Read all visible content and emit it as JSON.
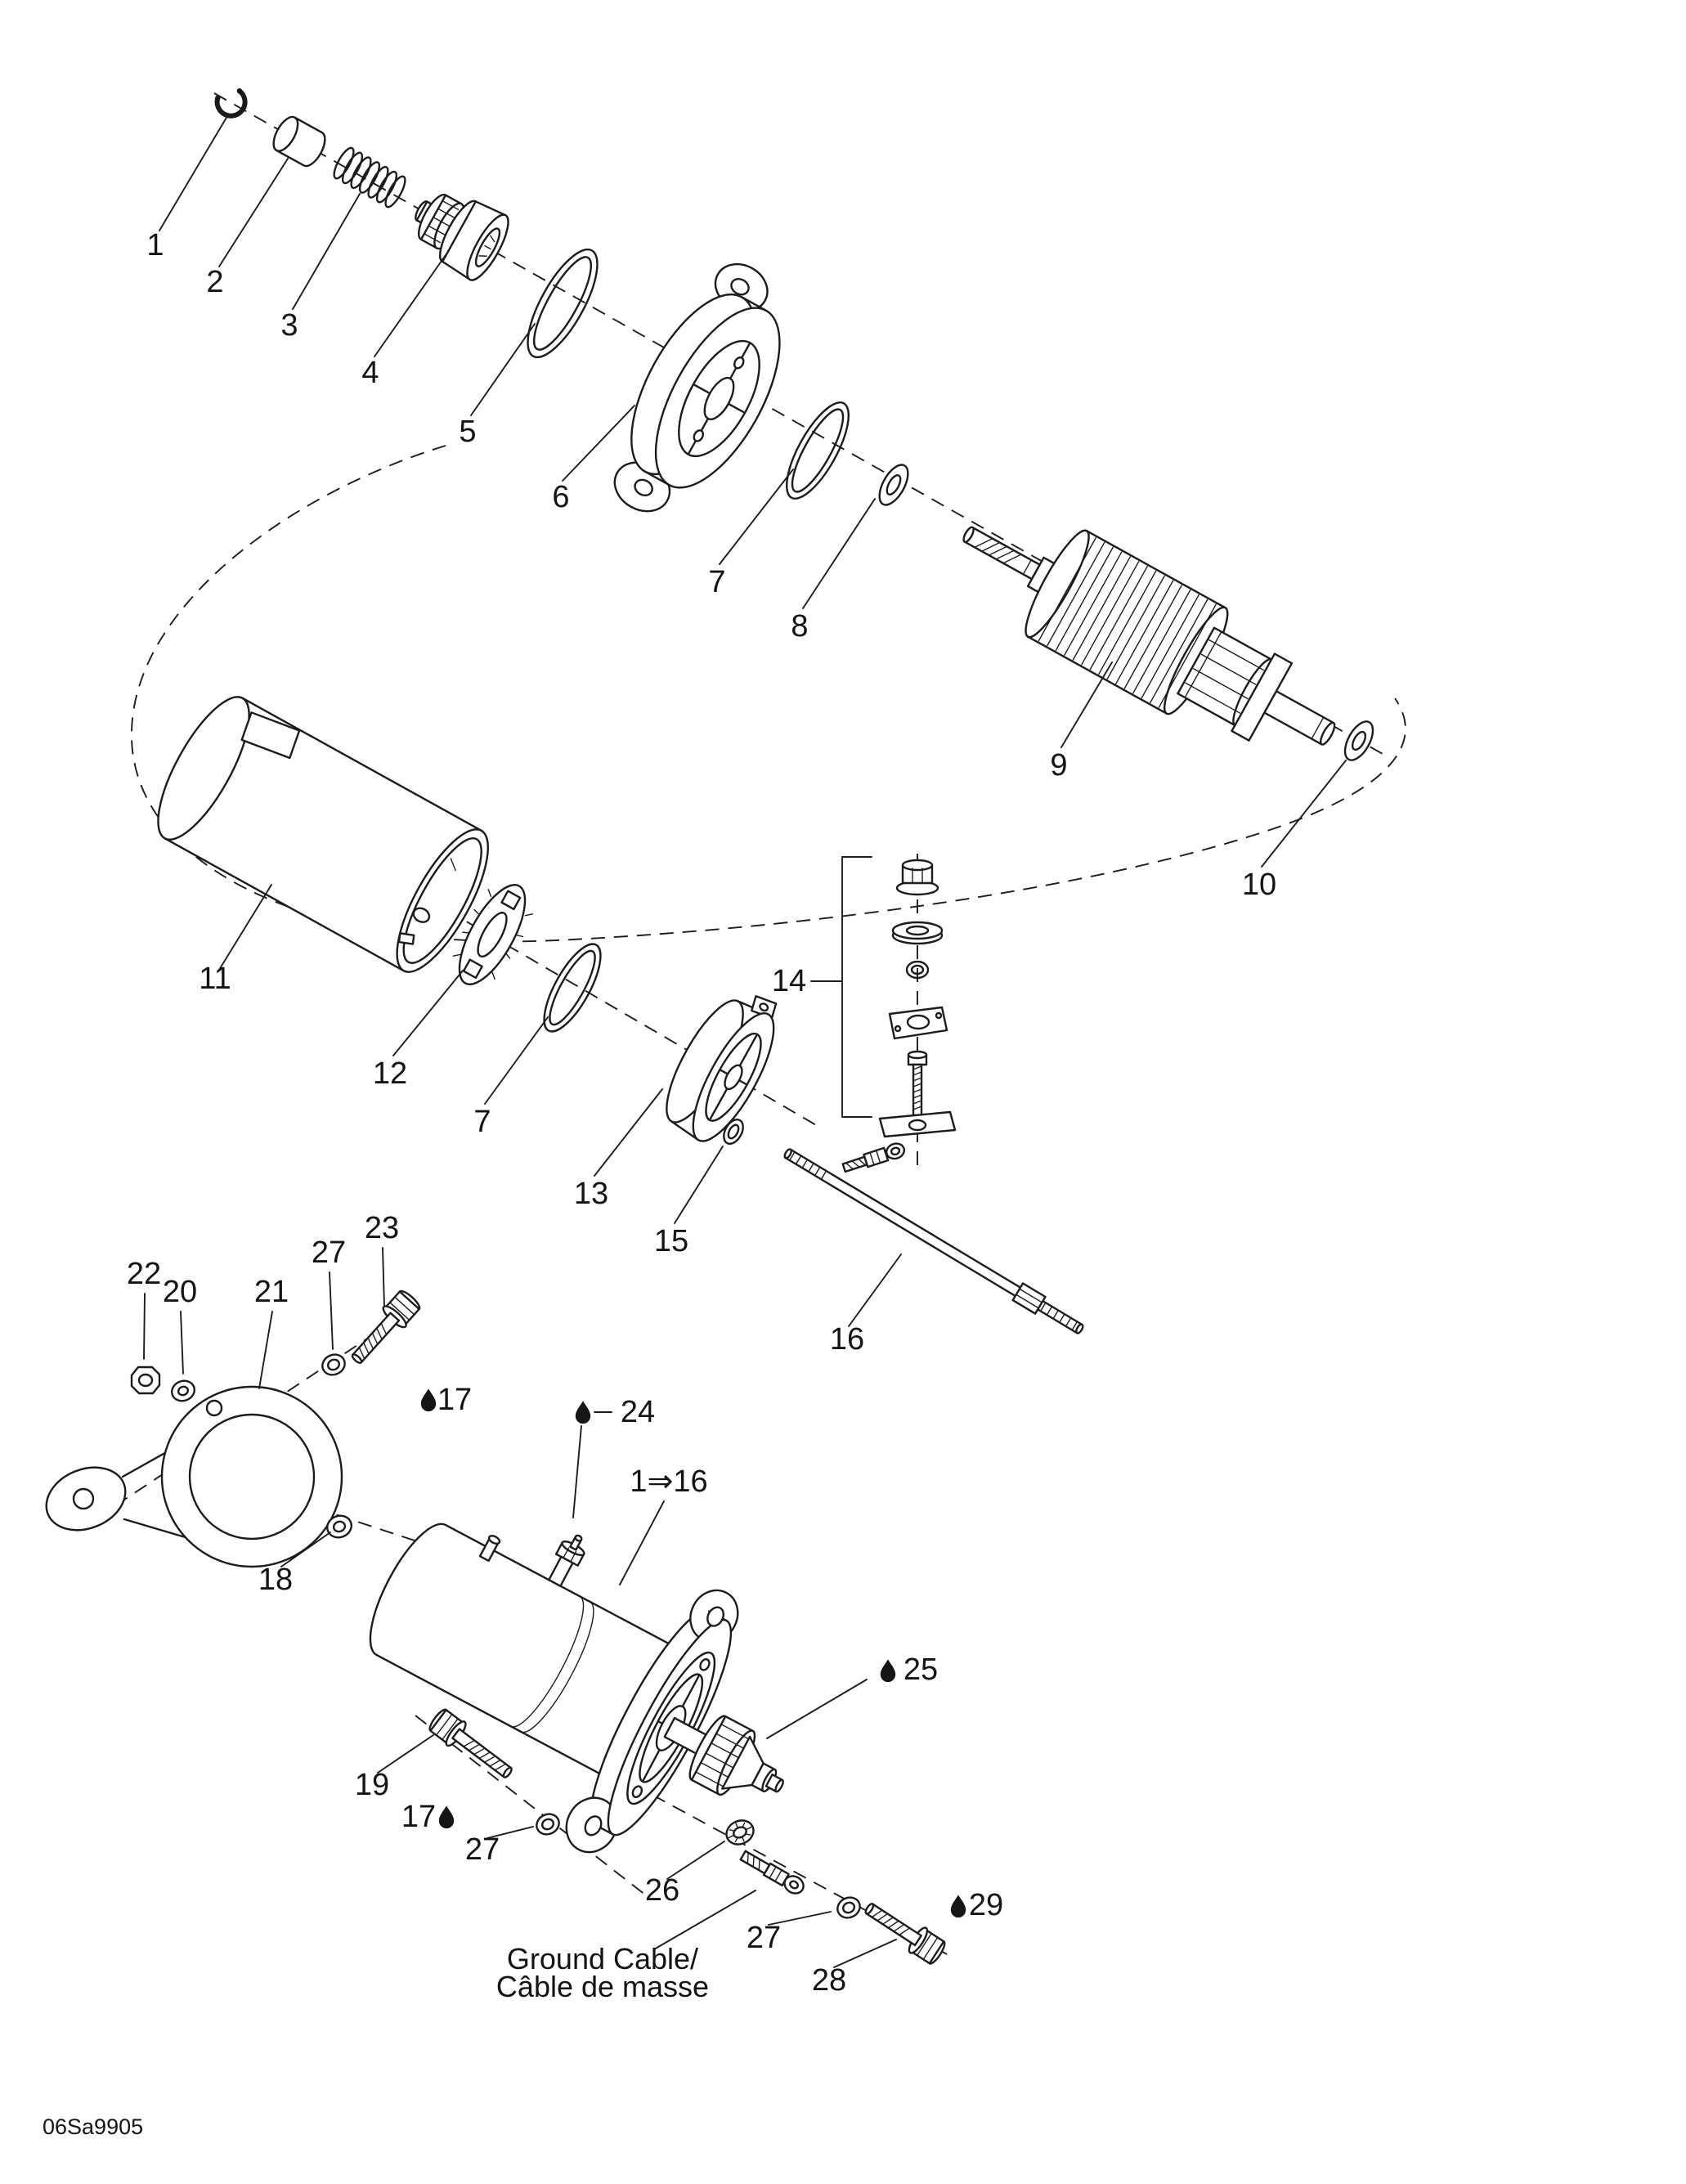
{
  "diagram": {
    "part_code": "06Sa9905",
    "annotations": {
      "ground_cable_line1": "Ground Cable/",
      "ground_cable_line2": "Câble de masse",
      "assembly_range": "1⇒16"
    },
    "callouts": {
      "n1": "1",
      "n2": "2",
      "n3": "3",
      "n4": "4",
      "n5": "5",
      "n6": "6",
      "n7a": "7",
      "n7b": "7",
      "n8": "8",
      "n9": "9",
      "n10": "10",
      "n11": "11",
      "n12": "12",
      "n13": "13",
      "n14": "14",
      "n15": "15",
      "n16": "16",
      "n17a": "17",
      "n17b": "17",
      "n18": "18",
      "n19": "19",
      "n20": "20",
      "n21": "21",
      "n22": "22",
      "n23": "23",
      "n24": "24",
      "n25": "25",
      "n26": "26",
      "n27a": "27",
      "n27b": "27",
      "n27c": "27",
      "n28": "28",
      "n29": "29"
    },
    "colors": {
      "ink": "#1c1c1c",
      "background": "#ffffff"
    }
  }
}
